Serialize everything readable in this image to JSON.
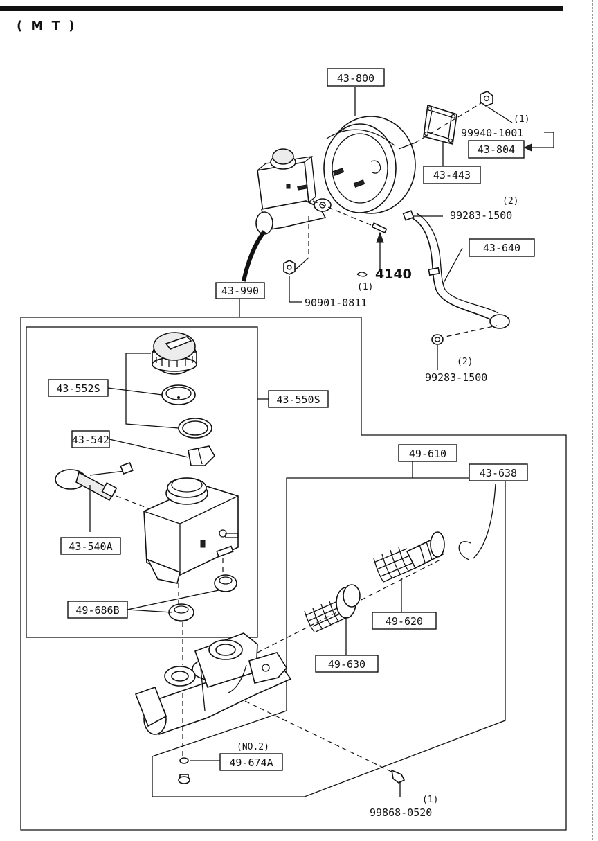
{
  "title": "( M T )",
  "labels": {
    "booster": "43-800",
    "gasket": "43-443",
    "nut_ref": "43-804",
    "hose": "43-640",
    "master_cylinder": "43-990",
    "cap_kit": "43-552S",
    "reservoir_kit": "43-550S",
    "cap_part": "43-542",
    "sensor": "43-540A",
    "grommet": "49-686B",
    "piston_kit": "49-610",
    "snap_ring": "43-638",
    "primary_piston": "49-620",
    "secondary_piston": "49-630",
    "stop_bolt": "49-674A"
  },
  "parts": {
    "nut_1": "99940-1001",
    "clip_1": "99283-1500",
    "clip_2": "99283-1500",
    "nut_2": "90901-0811",
    "bolt": "99868-0520"
  },
  "quantities": {
    "nut_1": "(1)",
    "clip_1": "(2)",
    "clip_2": "(2)",
    "nut_2": "(1)",
    "bolt": "(1)"
  },
  "notes": {
    "ref_section": "4140",
    "stop_bolt_note": "(NO.2)"
  }
}
